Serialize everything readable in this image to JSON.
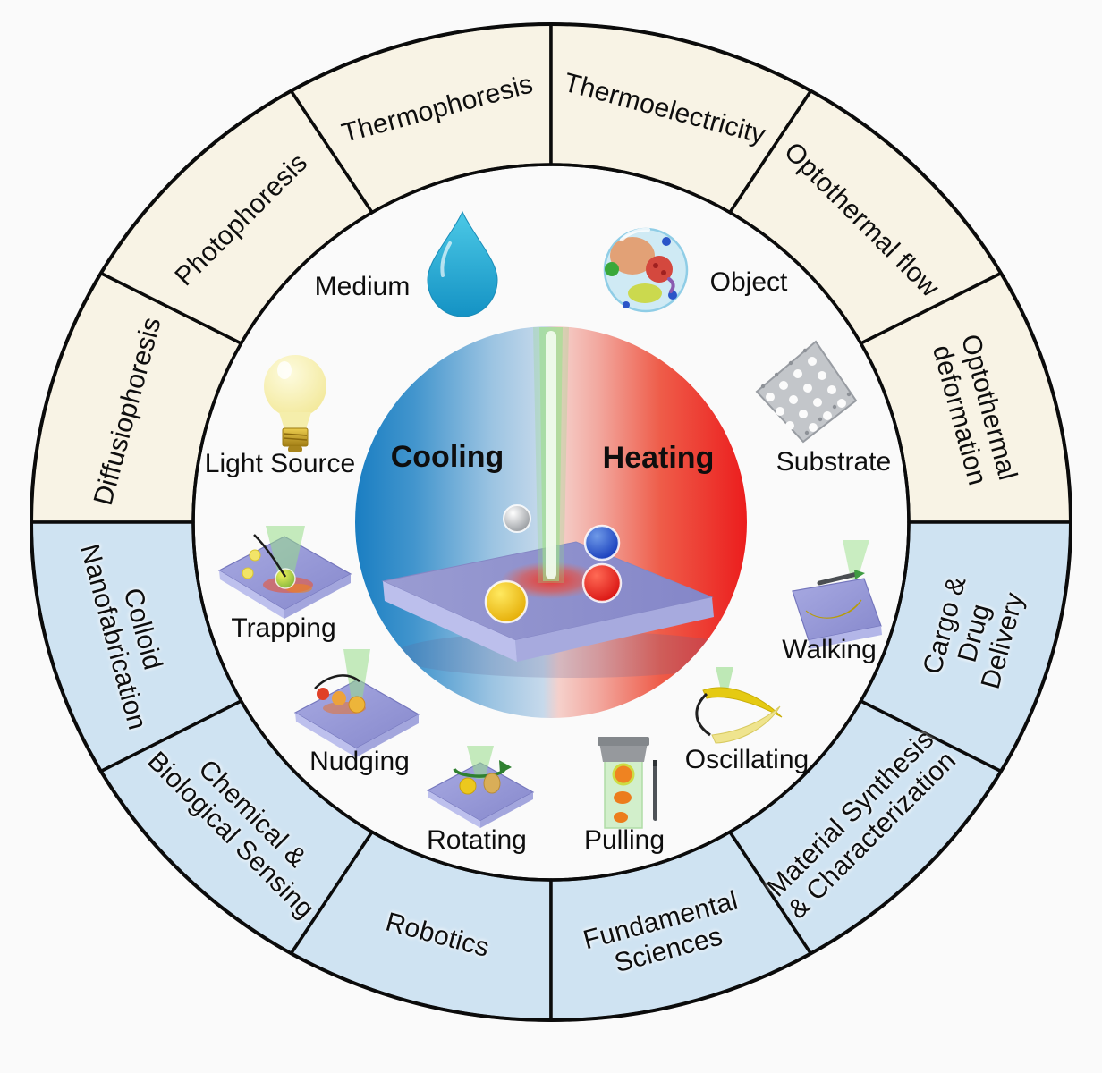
{
  "figure": {
    "center": {
      "cooling_label": "Cooling",
      "heating_label": "Heating"
    },
    "outer_ring": {
      "segments": [
        {
          "label": "Diffusiophoresis",
          "group": "mechanism"
        },
        {
          "label": "Photophoresis",
          "group": "mechanism"
        },
        {
          "label": "Thermophoresis",
          "group": "mechanism"
        },
        {
          "label": "Thermoelectricity",
          "group": "mechanism"
        },
        {
          "label": "Optothermal flow",
          "group": "mechanism"
        },
        {
          "label": "Optothermal\ndeformation",
          "group": "mechanism"
        },
        {
          "label": "Colloid\nNanofabrication",
          "group": "application"
        },
        {
          "label": "Chemical &\nBiological Sensing",
          "group": "application"
        },
        {
          "label": "Robotics",
          "group": "application"
        },
        {
          "label": "Fundamental\nSciences",
          "group": "application"
        },
        {
          "label": "Material Synthesis\n& Characterization",
          "group": "application"
        },
        {
          "label": "Cargo &\nDrug Delivery",
          "group": "application"
        }
      ]
    },
    "middle_ring": {
      "items": [
        {
          "label": "Medium",
          "icon": "droplet-icon"
        },
        {
          "label": "Object",
          "icon": "cell-icon"
        },
        {
          "label": "Light Source",
          "icon": "light-bulb-icon"
        },
        {
          "label": "Substrate",
          "icon": "lattice-icon"
        },
        {
          "label": "Trapping",
          "icon": "trapping-icon"
        },
        {
          "label": "Walking",
          "icon": "walking-icon"
        },
        {
          "label": "Nudging",
          "icon": "nudging-icon"
        },
        {
          "label": "Oscillating",
          "icon": "oscillating-icon"
        },
        {
          "label": "Rotating",
          "icon": "rotating-icon"
        },
        {
          "label": "Pulling",
          "icon": "pulling-icon"
        }
      ]
    },
    "colors": {
      "ring_top_fill": "#f8f3e5",
      "ring_bottom_fill": "#cfe3f2",
      "line_black": "#0b0b0b",
      "cooling_blue": "#1a7ec2",
      "heating_red": "#ec1d1d",
      "beam_green": "#9ede8e",
      "platform_purple": "#9193ce"
    }
  }
}
